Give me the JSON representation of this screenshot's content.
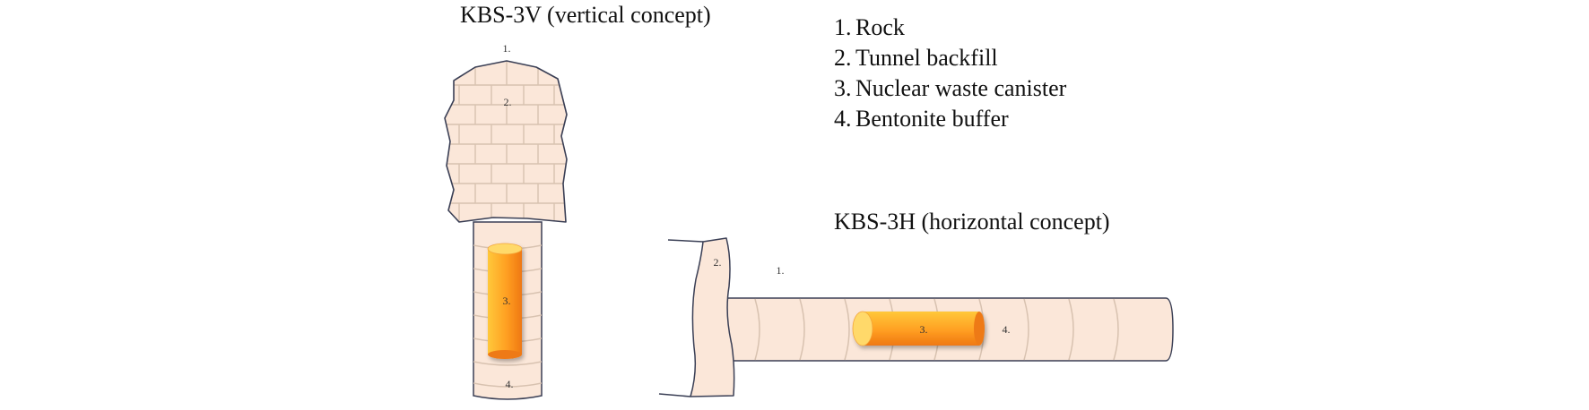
{
  "titles": {
    "vertical": "KBS-3V (vertical concept)",
    "horizontal": "KBS-3H (horizontal concept)"
  },
  "legend": [
    {
      "num": "1.",
      "label": "Rock"
    },
    {
      "num": "2.",
      "label": "Tunnel backfill"
    },
    {
      "num": "3.",
      "label": "Nuclear waste canister"
    },
    {
      "num": "4.",
      "label": "Bentonite buffer"
    }
  ],
  "vertical_labels": {
    "rock": "1.",
    "backfill": "2.",
    "canister": "3.",
    "buffer": "4."
  },
  "horizontal_labels": {
    "backfill": "2.",
    "rock": "1.",
    "canister": "3.",
    "buffer": "4."
  },
  "colors": {
    "fill": "#fbe7d9",
    "outline": "#3a3f55",
    "ring": "#d8c2b0",
    "canister_light": "#ffd25a",
    "canister_dark": "#f07a14"
  }
}
